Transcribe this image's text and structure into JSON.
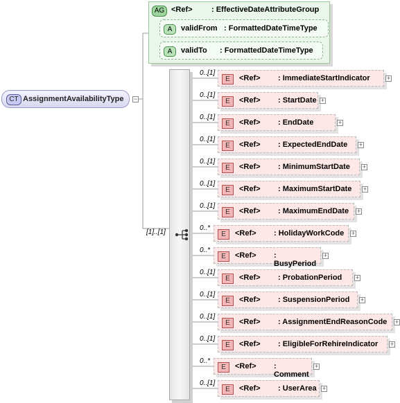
{
  "complex_type": {
    "badge": "CT",
    "name": "AssignmentAvailabilityType"
  },
  "attribute_group": {
    "badge": "AG",
    "ref": "<Ref>",
    "name": ": EffectiveDateAttributeGroup",
    "attributes": [
      {
        "badge": "A",
        "name": "validFrom",
        "type": ": FormattedDateTimeType"
      },
      {
        "badge": "A",
        "name": "validTo",
        "type": ": FormattedDateTimeType"
      }
    ]
  },
  "sequence": {
    "multiplicity": "[1]..[1]"
  },
  "elements": [
    {
      "badge": "E",
      "mult": "0..[1]",
      "ref": "<Ref>",
      "name": ": ImmediateStartIndicator"
    },
    {
      "badge": "E",
      "mult": "0..[1]",
      "ref": "<Ref>",
      "name": ": StartDate"
    },
    {
      "badge": "E",
      "mult": "0..[1]",
      "ref": "<Ref>",
      "name": ": EndDate"
    },
    {
      "badge": "E",
      "mult": "0..[1]",
      "ref": "<Ref>",
      "name": ": ExpectedEndDate"
    },
    {
      "badge": "E",
      "mult": "0..[1]",
      "ref": "<Ref>",
      "name": ": MinimumStartDate"
    },
    {
      "badge": "E",
      "mult": "0..[1]",
      "ref": "<Ref>",
      "name": ": MaximumStartDate"
    },
    {
      "badge": "E",
      "mult": "0..[1]",
      "ref": "<Ref>",
      "name": ": MaximumEndDate"
    },
    {
      "badge": "E",
      "mult": "0..*",
      "ref": "<Ref>",
      "name": ": HolidayWorkCode"
    },
    {
      "badge": "E",
      "mult": "0..*",
      "ref": "<Ref>",
      "name": ": BusyPeriod"
    },
    {
      "badge": "E",
      "mult": "0..[1]",
      "ref": "<Ref>",
      "name": ": ProbationPeriod"
    },
    {
      "badge": "E",
      "mult": "0..[1]",
      "ref": "<Ref>",
      "name": ": SuspensionPeriod"
    },
    {
      "badge": "E",
      "mult": "0..[1]",
      "ref": "<Ref>",
      "name": ": AssignmentEndReasonCode"
    },
    {
      "badge": "E",
      "mult": "0..[1]",
      "ref": "<Ref>",
      "name": ": EligibleForRehireIndicator"
    },
    {
      "badge": "E",
      "mult": "0..*",
      "ref": "<Ref>",
      "name": ": Comment"
    },
    {
      "badge": "E",
      "mult": "0..[1]",
      "ref": "<Ref>",
      "name": ": UserArea"
    }
  ]
}
